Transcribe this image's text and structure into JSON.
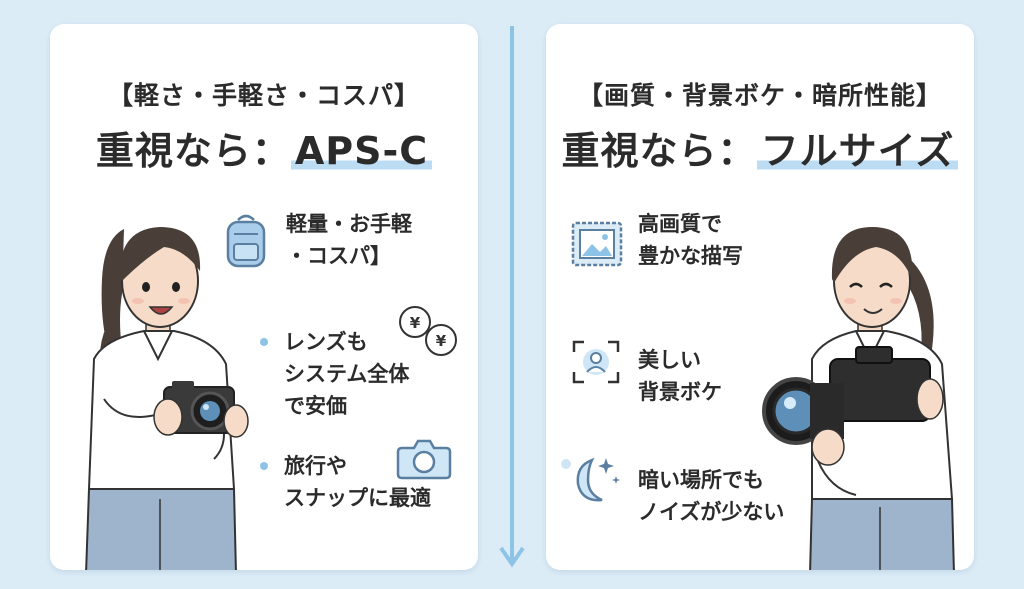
{
  "left_card": {
    "subtitle": "【軽さ・手軽さ・コスパ】",
    "title_prefix": "重視なら：",
    "title_highlight": "APS-C",
    "features": [
      {
        "lines": [
          "軽量・お手軽",
          "・コスパ】"
        ],
        "icon": "backpack-icon"
      },
      {
        "lines": [
          "レンズも",
          "システム全体",
          "で安価"
        ],
        "icon": "yen-coins-icon"
      },
      {
        "lines": [
          "旅行や",
          "スナップに最適"
        ],
        "icon": "camera-icon"
      }
    ]
  },
  "right_card": {
    "subtitle": "【画質・背景ボケ・暗所性能】",
    "title_prefix": "重視なら：",
    "title_highlight": "フルサイズ",
    "features": [
      {
        "lines": [
          "高画質で",
          "豊かな描写"
        ],
        "icon": "picture-frame-icon"
      },
      {
        "lines": [
          "美しい",
          "背景ボケ"
        ],
        "icon": "portrait-focus-icon"
      },
      {
        "lines": [
          "暗い場所でも",
          "ノイズが少ない"
        ],
        "icon": "moon-stars-icon"
      }
    ]
  },
  "colors": {
    "background": "#dcecf7",
    "accent_blue": "#8ec3e8",
    "highlight": "#bcdcf3",
    "text": "#2b2b2b"
  }
}
